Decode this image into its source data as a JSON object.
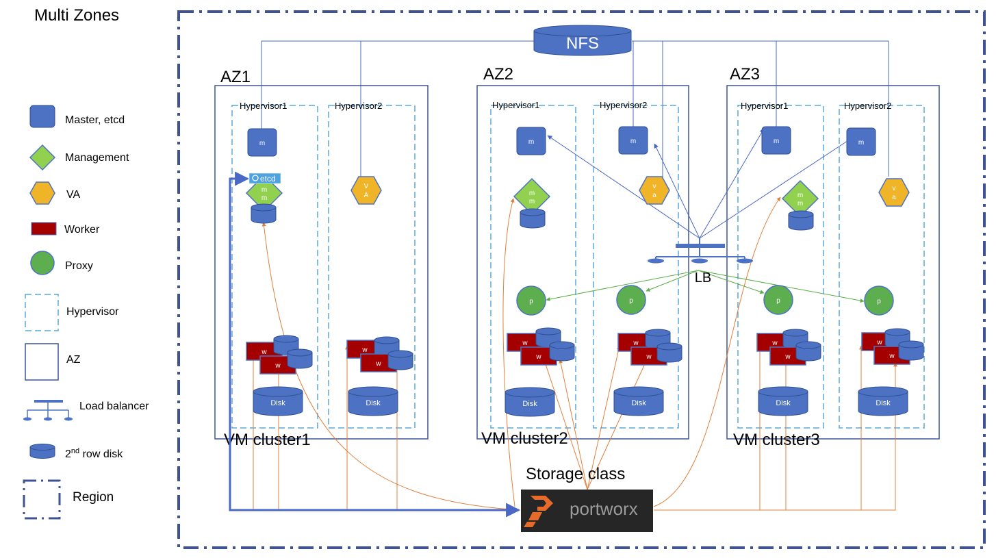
{
  "title": "Multi Zones",
  "legend": {
    "master": "Master, etcd",
    "management": "Management",
    "va": "VA",
    "worker": "Worker",
    "proxy": "Proxy",
    "hypervisor": "Hypervisor",
    "az": "AZ",
    "load_balancer": "Load balancer",
    "disk_2nd": "2",
    "disk_2nd_sup": "nd",
    "disk_2nd_rest": " row disk",
    "region": "Region"
  },
  "nfs_label": "NFS",
  "lb_label": "LB",
  "storage_class_label": "Storage class",
  "portworx_label": "portworx",
  "etcd_label": "etcd",
  "zones": [
    {
      "name": "AZ1",
      "cluster": "VM cluster1",
      "hv1": "Hypervisor1",
      "hv2": "Hypervisor2"
    },
    {
      "name": "AZ2",
      "cluster": "VM cluster2",
      "hv1": "Hypervisor1",
      "hv2": "Hypervisor2"
    },
    {
      "name": "AZ3",
      "cluster": "VM cluster3",
      "hv1": "Hypervisor1",
      "hv2": "Hypervisor2"
    }
  ],
  "node_labels": {
    "master": "m",
    "mgmt_top": "m",
    "mgmt_bottom": "m",
    "va_top_az1": "V",
    "va_bottom_az1": "A",
    "va_top": "v",
    "va_bottom": "a",
    "proxy": "p",
    "worker": "w",
    "disk": "Disk"
  },
  "colors": {
    "region_border": "#3f5394",
    "az_border": "#3f5394",
    "hypervisor_border": "#5aa5dc",
    "node_blue": "#4d72c4",
    "node_blue_stroke": "#2f4f8f",
    "management_green": "#92d050",
    "va_yellow": "#f0b429",
    "worker_red": "#a50000",
    "proxy_green": "#5cae4e",
    "link_blue": "#4a68c5",
    "link_orange": "#e07f3a",
    "link_green": "#59ae47",
    "portworx_bg": "#262626",
    "portworx_orange": "#e66b2a"
  }
}
